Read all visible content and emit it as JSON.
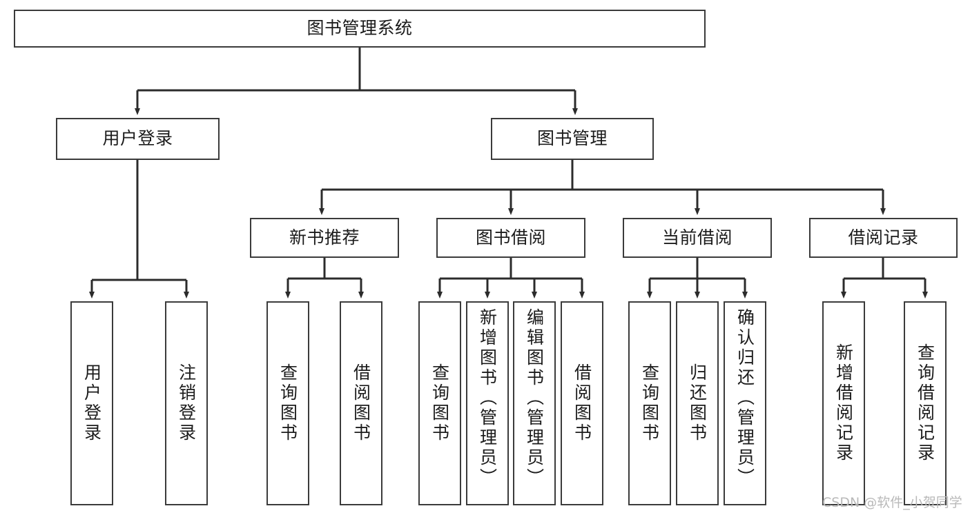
{
  "diagram": {
    "type": "tree-hierarchy",
    "title": "图书管理系统",
    "watermark": "CSDN @软件_小贺同学",
    "colors": {
      "box_border": "#3a3a3a",
      "box_fill": "#ffffff",
      "text": "#1b1b1b",
      "edge": "#2b2b2b",
      "watermark": "#b9b9b9"
    },
    "nodes": {
      "root": {
        "label": "图书管理系统"
      },
      "level2": [
        {
          "id": "user-login",
          "label": "用户登录"
        },
        {
          "id": "book-manage",
          "label": "图书管理"
        }
      ],
      "level3": [
        {
          "id": "new-book-recommend",
          "label": "新书推荐"
        },
        {
          "id": "book-borrow",
          "label": "图书借阅"
        },
        {
          "id": "current-borrow",
          "label": "当前借阅"
        },
        {
          "id": "borrow-record",
          "label": "借阅记录"
        }
      ],
      "leaves": {
        "user-login": [
          {
            "id": "leaf-user-login",
            "label": "用户登录"
          },
          {
            "id": "leaf-logout-login",
            "label": "注销登录"
          }
        ],
        "new-book-recommend": [
          {
            "id": "leaf-query-book-1",
            "label": "查询图书"
          },
          {
            "id": "leaf-borrow-book-1",
            "label": "借阅图书"
          }
        ],
        "book-borrow": [
          {
            "id": "leaf-query-book-2",
            "label": "查询图书"
          },
          {
            "id": "leaf-add-book",
            "label": "新增图书（管理员）"
          },
          {
            "id": "leaf-edit-book",
            "label": "编辑图书（管理员）"
          },
          {
            "id": "leaf-borrow-book-2",
            "label": "借阅图书"
          }
        ],
        "current-borrow": [
          {
            "id": "leaf-query-book-3",
            "label": "查询图书"
          },
          {
            "id": "leaf-return-book",
            "label": "归还图书"
          },
          {
            "id": "leaf-confirm-return",
            "label": "确认归还（管理员）"
          }
        ],
        "borrow-record": [
          {
            "id": "leaf-add-record",
            "label": "新增借阅记录"
          },
          {
            "id": "leaf-query-record",
            "label": "查询借阅记录"
          }
        ]
      }
    }
  }
}
